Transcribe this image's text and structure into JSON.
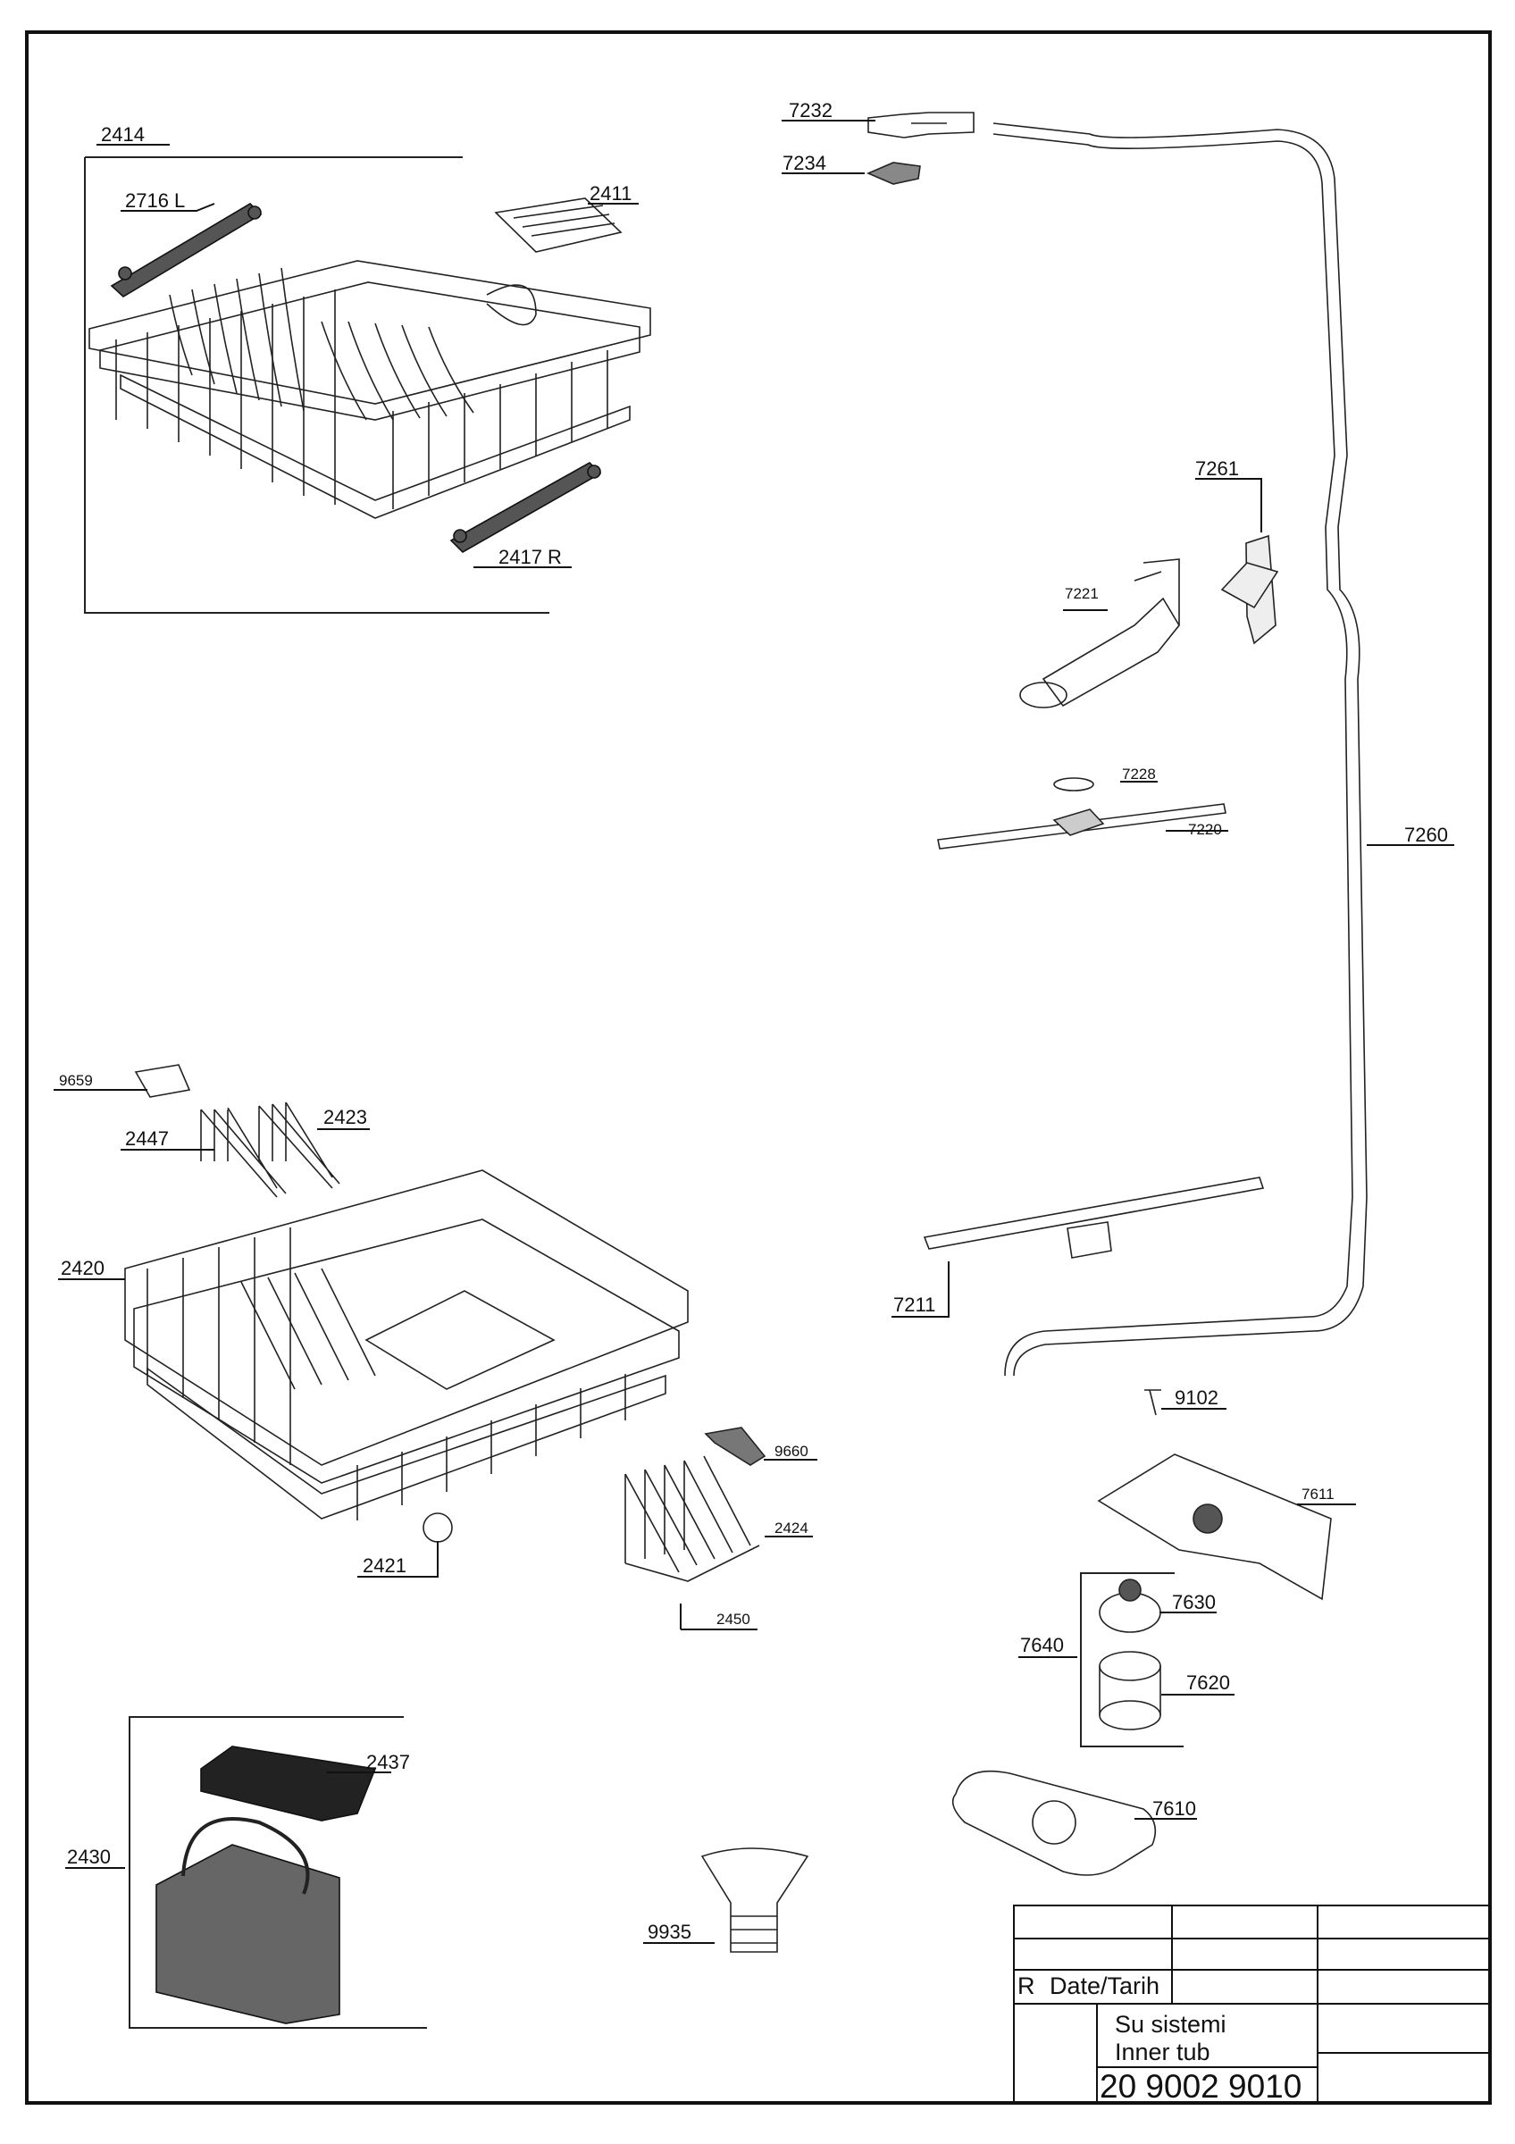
{
  "parts": [
    {
      "id": "p2414",
      "label": "2414"
    },
    {
      "id": "p2716",
      "label": "2716 L"
    },
    {
      "id": "p2411",
      "label": "2411"
    },
    {
      "id": "p2417",
      "label": "2417 R"
    },
    {
      "id": "p7232",
      "label": "7232"
    },
    {
      "id": "p7234",
      "label": "7234"
    },
    {
      "id": "p7261",
      "label": "7261"
    },
    {
      "id": "p7221",
      "label": "7221"
    },
    {
      "id": "p7228",
      "label": "7228"
    },
    {
      "id": "p7220",
      "label": "7220"
    },
    {
      "id": "p7260",
      "label": "7260"
    },
    {
      "id": "p9659",
      "label": "9659"
    },
    {
      "id": "p2423",
      "label": "2423"
    },
    {
      "id": "p2447",
      "label": "2447"
    },
    {
      "id": "p2420",
      "label": "2420"
    },
    {
      "id": "p7211",
      "label": "7211"
    },
    {
      "id": "p9102",
      "label": "9102"
    },
    {
      "id": "p9660",
      "label": "9660"
    },
    {
      "id": "p7611",
      "label": "7611"
    },
    {
      "id": "p2424",
      "label": "2424"
    },
    {
      "id": "p2421",
      "label": "2421"
    },
    {
      "id": "p2450",
      "label": "2450"
    },
    {
      "id": "p7630",
      "label": "7630"
    },
    {
      "id": "p7640",
      "label": "7640"
    },
    {
      "id": "p7620",
      "label": "7620"
    },
    {
      "id": "p2437",
      "label": "2437"
    },
    {
      "id": "p2430",
      "label": "2430"
    },
    {
      "id": "p7610",
      "label": "7610"
    },
    {
      "id": "p9935",
      "label": "9935"
    }
  ],
  "title_block": {
    "rev": "R",
    "date_label": "Date/Tarih",
    "title_tr": "Su sistemi",
    "title_en": "Inner tub",
    "drawing_number": "20 9002 9010"
  }
}
